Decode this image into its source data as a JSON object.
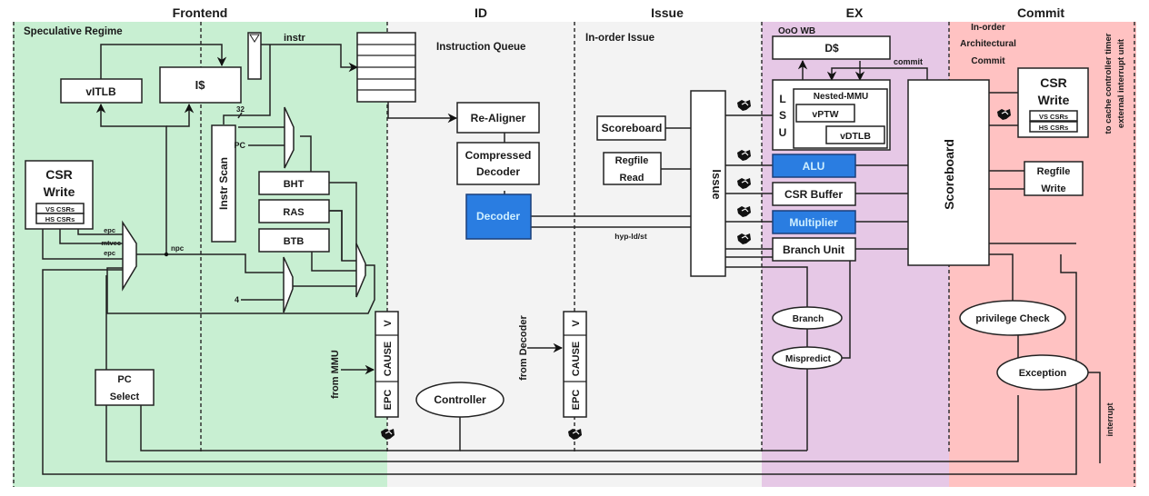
{
  "colors": {
    "frontend_bg": "#c8efd2",
    "id_issue_bg": "#f3f3f3",
    "ex_bg": "#e6c8e6",
    "commit_bg": "#ffc2c2",
    "highlight_blue": "#2a7de1",
    "highlight_text": "#cfefff"
  },
  "stages": {
    "frontend": "Frontend",
    "id": "ID",
    "issue": "Issue",
    "ex": "EX",
    "commit": "Commit"
  },
  "region_labels": {
    "speculative": "Speculative Regime",
    "instruction_queue": "Instruction Queue",
    "in_order_issue": "In-order Issue",
    "ooo_wb": "OoO WB",
    "in_order_commit_1": "In-order",
    "in_order_commit_2": "Architectural",
    "in_order_commit_3": "Commit"
  },
  "frontend": {
    "vitlb": "vITLB",
    "icache": "I$",
    "instr_label": "instr",
    "width_label": "32",
    "instr_scan": "Instr Scan",
    "pc_label": "PC",
    "bht": "BHT",
    "ras": "RAS",
    "btb": "BTB",
    "four_label": "4",
    "npc_label": "npc",
    "csr_write_1": "CSR",
    "csr_write_2": "Write",
    "vs_csrs": "VS CSRs",
    "hs_csrs": "HS CSRs",
    "epc1": "epc",
    "mtvec": "mtvec",
    "epc2": "epc",
    "pc_select_1": "PC",
    "pc_select_2": "Select",
    "from_mmu": "from MMU"
  },
  "exception_reg": {
    "v": "V",
    "cause": "CAUSE",
    "epc": "EPC"
  },
  "id": {
    "re_aligner": "Re-Aligner",
    "compressed_1": "Compressed",
    "compressed_2": "Decoder",
    "decoder": "Decoder",
    "controller": "Controller",
    "from_decoder": "from Decoder",
    "hyp_ldst": "hyp-ld/st"
  },
  "issue": {
    "scoreboard": "Scoreboard",
    "regfile_read_1": "Regfile",
    "regfile_read_2": "Read",
    "issue": "Issue"
  },
  "ex": {
    "dcache": "D$",
    "commit_label": "commit",
    "lsu_l": "L",
    "lsu_s": "S",
    "lsu_u": "U",
    "nested_mmu": "Nested-MMU",
    "vptw": "vPTW",
    "vdtlb": "vDTLB",
    "alu": "ALU",
    "csr_buffer": "CSR Buffer",
    "multiplier": "Multiplier",
    "branch_unit": "Branch Unit",
    "branch": "Branch",
    "mispredict": "Mispredict"
  },
  "commit": {
    "scoreboard": "Scoreboard",
    "csr_write_1": "CSR",
    "csr_write_2": "Write",
    "vs_csrs": "VS CSRs",
    "hs_csrs": "HS CSRs",
    "regfile_write_1": "Regfile",
    "regfile_write_2": "Write",
    "privilege_check": "privilege Check",
    "exception": "Exception",
    "interrupt": "interrupt",
    "side_1": "to cache controller timer",
    "side_2": "external interrupt unit"
  }
}
